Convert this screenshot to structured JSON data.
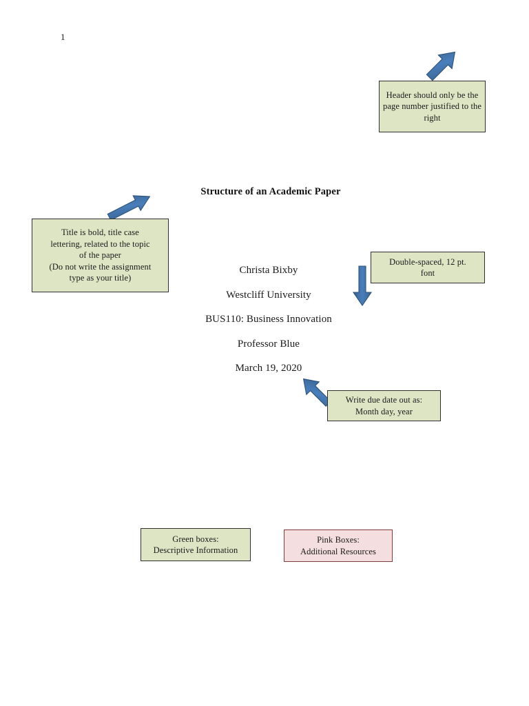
{
  "document": {
    "page_number": "1",
    "title": "Structure of an Academic Paper",
    "body_lines": [
      "Christa Bixby",
      "Westcliff University",
      "BUS110: Business Innovation",
      "Professor Blue",
      "March 19, 2020"
    ]
  },
  "annotations": {
    "header": {
      "text": "Header should only be the page number justified to the right",
      "type": "green",
      "arrow": "arrow-up-right-icon"
    },
    "title": {
      "text": "Title is bold, title case lettering, related to the topic of the paper\n(Do not write the assignment type as your title)",
      "line1": "Title is bold, title case",
      "line2": "lettering, related to the topic",
      "line3": "of the paper",
      "line4": "(Do not write the assignment",
      "line5": "type as your title)",
      "type": "green",
      "arrow": "arrow-up-right-icon"
    },
    "spacing": {
      "line1": "Double-spaced, 12 pt.",
      "line2": "font",
      "type": "green",
      "arrow": "arrow-down-icon"
    },
    "duedate": {
      "line1": "Write due date out as:",
      "line2": "Month day, year",
      "type": "green",
      "arrow": "arrow-up-left-icon"
    }
  },
  "legend": {
    "green": {
      "line1": "Green boxes:",
      "line2": "Descriptive Information"
    },
    "pink": {
      "line1": "Pink Boxes:",
      "line2": "Additional Resources"
    }
  },
  "colors": {
    "green_fill": "#dde5c5",
    "green_border": "#2f2f2f",
    "pink_fill": "#f4dedf",
    "pink_border": "#7c3b3b",
    "arrow_fill": "#41719c",
    "arrow_stroke": "#2e5279",
    "page_background": "#ffffff",
    "text": "#1a1a1a"
  }
}
